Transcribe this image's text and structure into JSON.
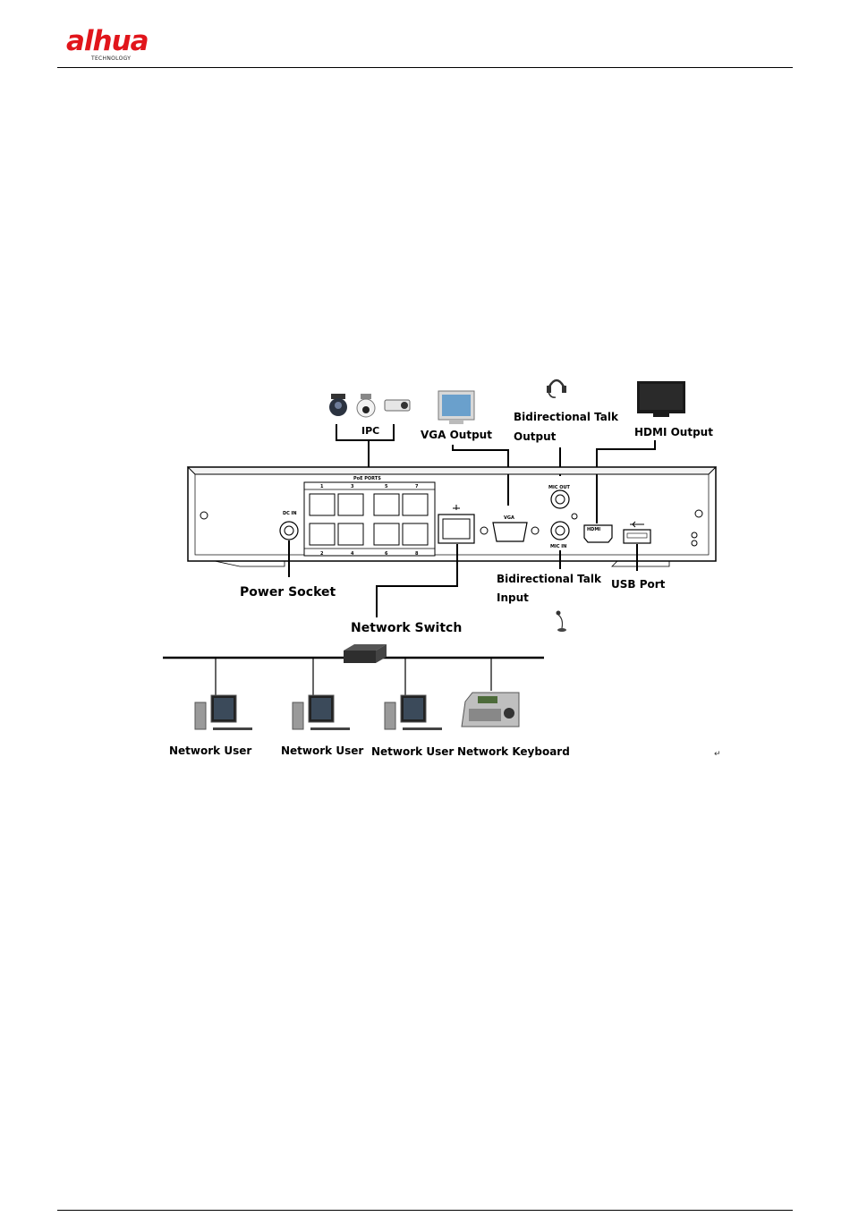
{
  "header": {
    "logo_text": "alhua",
    "logo_sub": "TECHNOLOGY"
  },
  "diagram": {
    "device_labels": {
      "poe_ports": "PoE PORTS",
      "port_numbers": [
        "1",
        "3",
        "5",
        "7",
        "2",
        "4",
        "6",
        "8"
      ],
      "vga": "VGA",
      "mic_out": "MIC OUT",
      "mic_in": "MIC IN",
      "dc_in": "DC IN",
      "hdmi": "HDMI"
    },
    "labels": {
      "ipc": "IPC",
      "vga_output": "VGA Output",
      "bidirectional_talk_output_1": "Bidirectional Talk",
      "bidirectional_talk_output_2": "Output",
      "hdmi_output": "HDMI Output",
      "power_socket": "Power Socket",
      "bidirectional_talk_input_1": "Bidirectional Talk",
      "bidirectional_talk_input_2": "Input",
      "usb_port": "USB Port",
      "network_switch": "Network Switch",
      "network_user_1": "Network User",
      "network_user_2": "Network User",
      "network_user_3": "Network User",
      "network_keyboard": "Network Keyboard"
    }
  },
  "return_mark": "↵"
}
